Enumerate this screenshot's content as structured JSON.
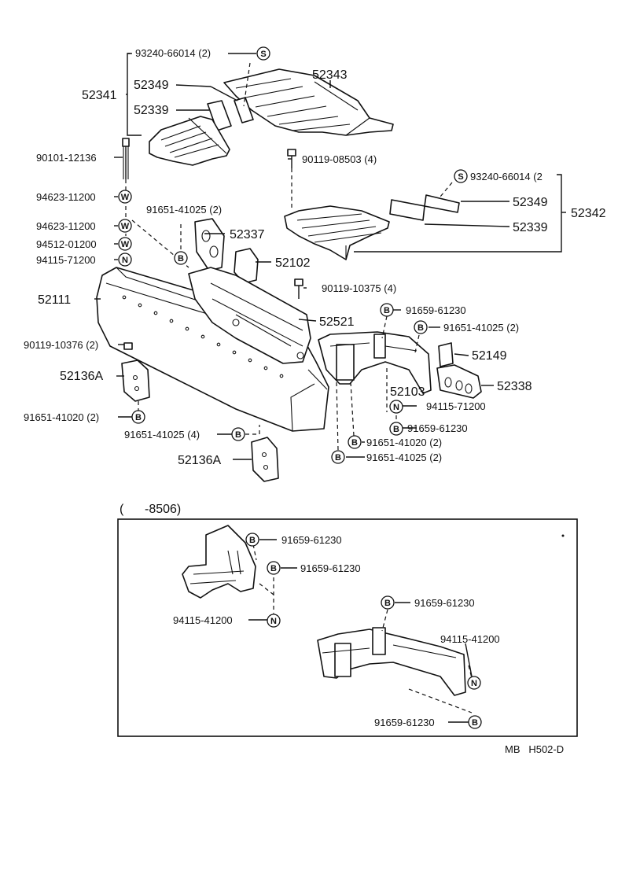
{
  "parts": {
    "p52341": "52341",
    "p52343": "52343",
    "p52349_a": "52349",
    "p52339_a": "52339",
    "p93240_a": "93240-66014 (2)",
    "p90101": "90101-12136",
    "p90119_08503": "90119-08503 (4)",
    "p93240_b": "93240-66014 (2",
    "p52349_b": "52349",
    "p52339_b": "52339",
    "p52342": "52342",
    "p94623_a": "94623-11200",
    "p94623_b": "94623-11200",
    "p94512": "94512-01200",
    "p94115_71200_a": "94115-71200",
    "p91651_41025_a": "91651-41025 (2)",
    "p52337": "52337",
    "p52102": "52102",
    "p52111": "52111",
    "p90119_10375": "90119-10375 (4)",
    "p52521": "52521",
    "p91659_a": "91659-61230",
    "p91651_41025_b": "91651-41025 (2)",
    "p90119_10376": "90119-10376 (2)",
    "p52149": "52149",
    "p52136A_a": "52136A",
    "p52103": "52103",
    "p52338": "52338",
    "p94115_71200_b": "94115-71200",
    "p91651_41020_a": "91651-41020 (2)",
    "p91659_b": "91659-61230",
    "p91651_41025_c": "91651-41025 (4)",
    "p91651_41020_b": "91651-41020 (2)",
    "p52136A_b": "52136A",
    "p91651_41025_d": "91651-41025 (2)"
  },
  "inset": {
    "range_label": "(      -8506)",
    "p91659_c": "91659-61230",
    "p91659_d": "91659-61230",
    "p94115_41200_a": "94115-41200",
    "p91659_e": "91659-61230",
    "p94115_41200_b": "94115-41200",
    "p91659_f": "91659-61230"
  },
  "symbols": {
    "S": "S",
    "W": "W",
    "N": "N",
    "B": "B"
  },
  "footer": {
    "code": "MB   H502-D"
  }
}
